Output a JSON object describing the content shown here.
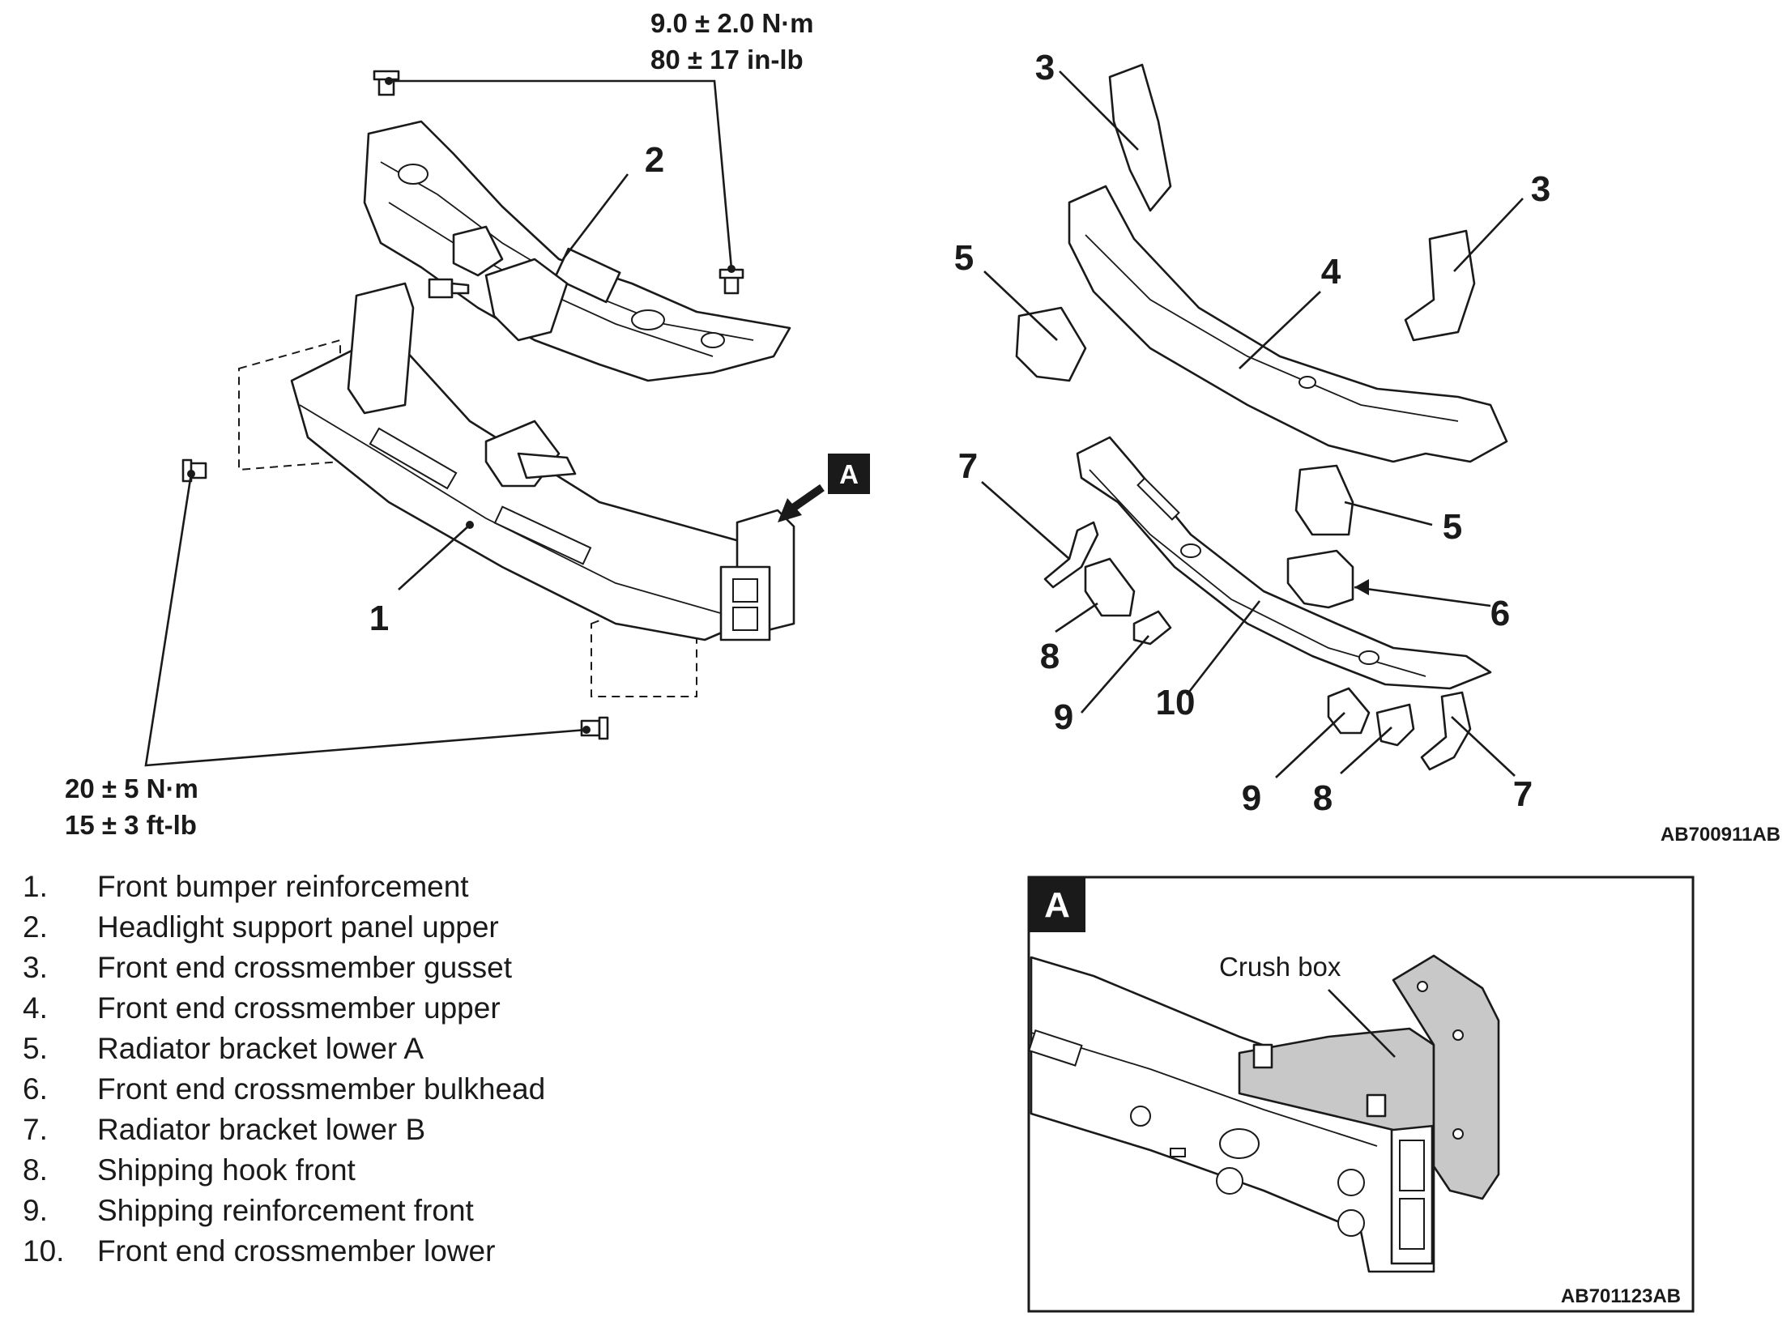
{
  "figure_code_main": "AB700911AB",
  "figure_code_detail": "AB701123AB",
  "torque_upper": {
    "line1": "9.0 ± 2.0 N·m",
    "line2": "80 ± 17 in-lb"
  },
  "torque_lower": {
    "line1": "20 ± 5 N·m",
    "line2": "15 ± 3 ft-lb"
  },
  "view_marker": "A",
  "detail_label": "Crush box",
  "callouts": {
    "c1": "1",
    "c2": "2",
    "c3a": "3",
    "c3b": "3",
    "c4": "4",
    "c5a": "5",
    "c5b": "5",
    "c6": "6",
    "c7a": "7",
    "c7b": "7",
    "c8a": "8",
    "c8b": "8",
    "c9a": "9",
    "c9b": "9",
    "c10": "10"
  },
  "legend": [
    {
      "num": "1.",
      "label": "Front bumper reinforcement"
    },
    {
      "num": "2.",
      "label": "Headlight support panel upper"
    },
    {
      "num": "3.",
      "label": "Front end crossmember gusset"
    },
    {
      "num": "4.",
      "label": "Front end crossmember upper"
    },
    {
      "num": "5.",
      "label": "Radiator bracket lower A"
    },
    {
      "num": "6.",
      "label": "Front end crossmember bulkhead"
    },
    {
      "num": "7.",
      "label": "Radiator bracket lower B"
    },
    {
      "num": "8.",
      "label": "Shipping hook front"
    },
    {
      "num": "9.",
      "label": "Shipping reinforcement front"
    },
    {
      "num": "10.",
      "label": "Front end crossmember lower"
    }
  ]
}
